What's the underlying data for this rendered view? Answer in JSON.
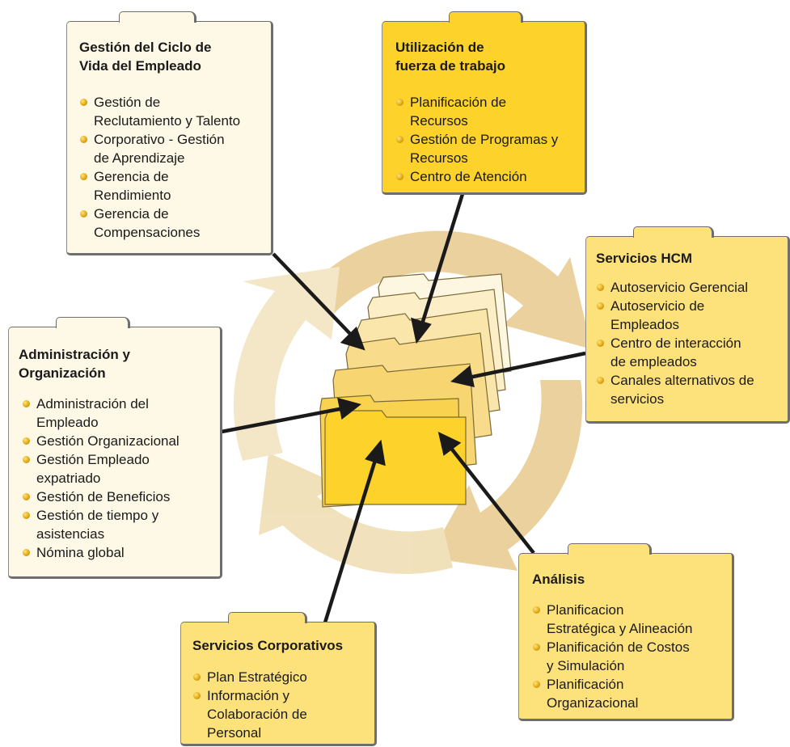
{
  "colors": {
    "cycle": "#e7c98c",
    "arrow": "#1a1a1a",
    "box_cream": "#fef9e7",
    "box_gold": "#fdd22a",
    "box_yellow": "#fde27c",
    "bullet": "#e2a814"
  },
  "boxes": {
    "lifecycle": {
      "title": [
        "Gestión del Ciclo de",
        "Vida del Empleado"
      ],
      "items": [
        [
          "Gestión de",
          "Reclutamiento y Talento"
        ],
        [
          "Corporativo - Gestión",
          "de Aprendizaje"
        ],
        [
          "Gerencia de",
          "Rendimiento"
        ],
        [
          "Gerencia de",
          "Compensaciones"
        ]
      ]
    },
    "workforce": {
      "title": [
        "Utilización de",
        "fuerza de trabajo"
      ],
      "items": [
        [
          "Planificación de",
          "Recursos"
        ],
        [
          "Gestión de Programas y",
          "Recursos"
        ],
        [
          "Centro de Atención"
        ]
      ]
    },
    "hcm": {
      "title": [
        "Servicios HCM"
      ],
      "items": [
        [
          "Autoservicio Gerencial"
        ],
        [
          "Autoservicio de",
          "Empleados"
        ],
        [
          "Centro de interacción",
          "de empleados"
        ],
        [
          "Canales alternativos de",
          "servicios"
        ]
      ]
    },
    "admin": {
      "title": [
        "Administración y",
        "Organización"
      ],
      "items": [
        [
          "Administración del",
          "Empleado"
        ],
        [
          "Gestión Organizacional"
        ],
        [
          "Gestión Empleado",
          "expatriado"
        ],
        [
          "Gestión de Beneficios"
        ],
        [
          "Gestión de tiempo y",
          "asistencias"
        ],
        [
          "Nómina global"
        ]
      ]
    },
    "analysis": {
      "title": [
        "Análisis"
      ],
      "items": [
        [
          "Planificacion",
          "Estratégica y Alineación"
        ],
        [
          "Planificación de Costos",
          "y Simulación"
        ],
        [
          "Planificación",
          "Organizacional"
        ]
      ]
    },
    "corporate": {
      "title": [
        "Servicios Corporativos"
      ],
      "items": [
        [
          "Plan Estratégico"
        ],
        [
          "Información y",
          "Colaboración de",
          "Personal"
        ]
      ]
    }
  }
}
